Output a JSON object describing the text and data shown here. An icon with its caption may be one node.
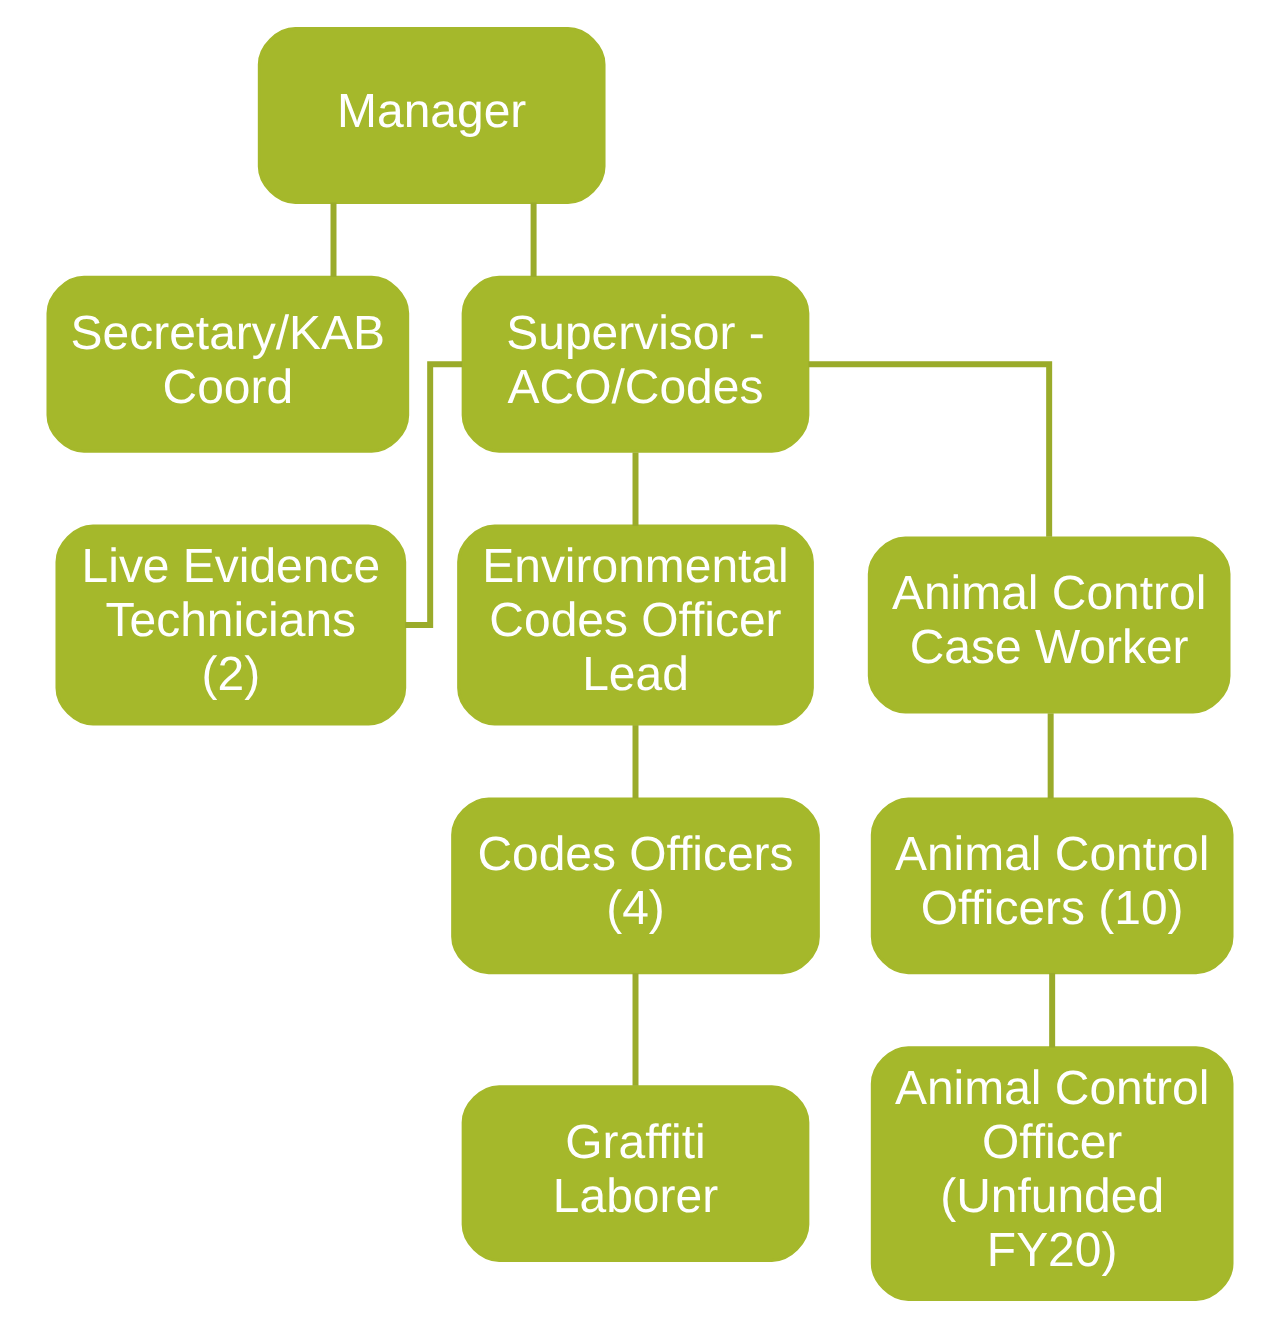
{
  "diagram": {
    "nodes": [
      {
        "text": [
          "Manager"
        ]
      },
      {
        "text": [
          "Secretary/KAB Coord"
        ]
      },
      {
        "text": [
          "Supervisor - ACO/Codes"
        ]
      },
      {
        "text": [
          "Live Evidence Technicians (2)"
        ]
      },
      {
        "text": [
          "Environmental Codes Officer Lead"
        ]
      },
      {
        "text": [
          "Animal Control Case Worker"
        ]
      },
      {
        "text": [
          "Codes Officers (4)"
        ]
      },
      {
        "text": [
          "Animal Control Officers (10)"
        ]
      },
      {
        "text": [
          "Graffiti Laborer"
        ]
      },
      {
        "text": [
          "Animal Control Officer (Unfunded FY20)"
        ]
      }
    ],
    "edges": [
      {
        "from": 0,
        "to": 1,
        "arrow": "none"
      },
      {
        "from": 0,
        "to": 2,
        "arrow": "none"
      },
      {
        "from": 2,
        "to": 3,
        "arrow": "none"
      },
      {
        "from": 2,
        "to": 4,
        "arrow": "none"
      },
      {
        "from": 2,
        "to": 5,
        "arrow": "none"
      },
      {
        "from": 4,
        "to": 6,
        "arrow": "none"
      },
      {
        "from": 6,
        "to": 8,
        "arrow": "none"
      },
      {
        "from": 5,
        "to": 7,
        "arrow": "none"
      },
      {
        "from": 7,
        "to": 9,
        "arrow": "none"
      }
    ]
  }
}
